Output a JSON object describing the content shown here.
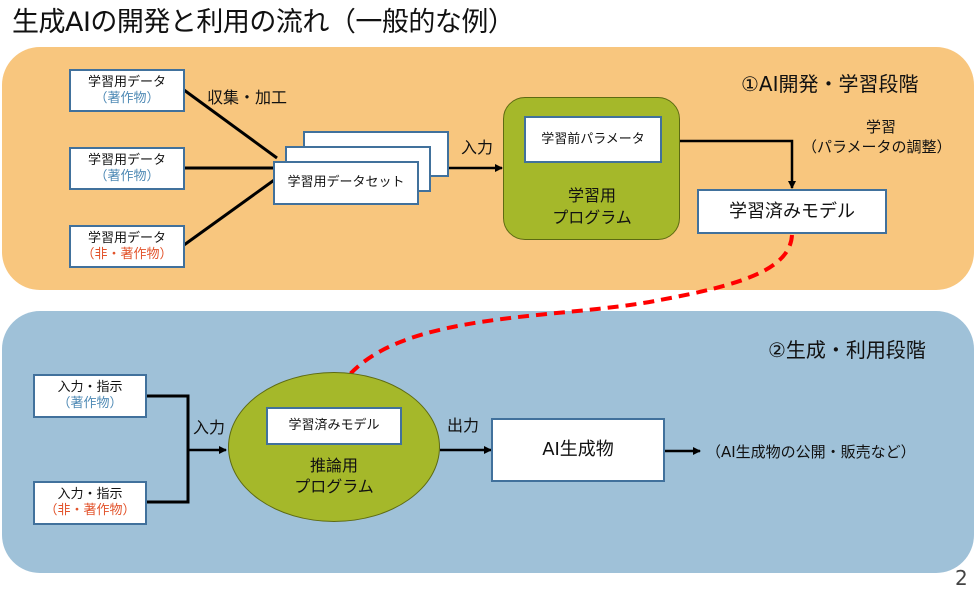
{
  "title": "生成AIの開発と利用の流れ（一般的な例）",
  "stage1": {
    "label": "①AI開発・学習段階",
    "data_sources": [
      {
        "line1": "学習用データ",
        "line2": "（著作物）",
        "line2_color": "#4f8ab5"
      },
      {
        "line1": "学習用データ",
        "line2": "（著作物）",
        "line2_color": "#4f8ab5"
      },
      {
        "line1": "学習用データ",
        "line2": "（非・著作物）",
        "line2_color": "#e2532b"
      }
    ],
    "collect_label": "収集・加工",
    "dataset_label": "学習用データセット",
    "input_label": "入力",
    "pre_param_label": "学習前パラメータ",
    "program_line1": "学習用",
    "program_line2": "プログラム",
    "learning_line1": "学習",
    "learning_line2": "（パラメータの調整）",
    "trained_model_label": "学習済みモデル"
  },
  "stage2": {
    "label": "②生成・利用段階",
    "inputs": [
      {
        "line1": "入力・指示",
        "line2": "（著作物）",
        "line2_color": "#4f8ab5"
      },
      {
        "line1": "入力・指示",
        "line2": "（非・著作物）",
        "line2_color": "#e2532b"
      }
    ],
    "input_label": "入力",
    "model_label": "学習済みモデル",
    "program_line1": "推論用",
    "program_line2": "プログラム",
    "output_label": "出力",
    "ai_output_label": "AI生成物",
    "usage_label": "（AI生成物の公開・販売など）"
  },
  "colors": {
    "stage1_bg": "#f8c67e",
    "stage2_bg": "#9fc1d8",
    "program_fill": "#a5b82a",
    "box_border": "#41719c",
    "dashed_arrow": "#ff0000"
  },
  "page_number": "2"
}
